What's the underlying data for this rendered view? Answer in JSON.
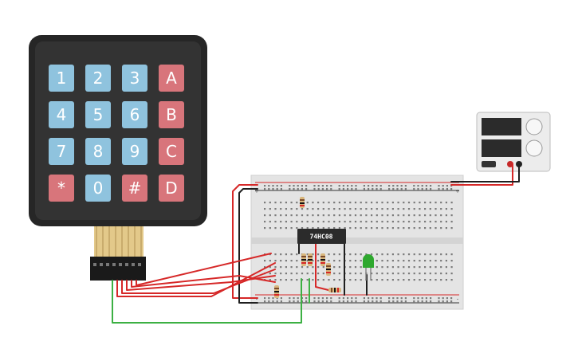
{
  "keypad": {
    "rows": [
      [
        {
          "label": "1",
          "kind": "digit"
        },
        {
          "label": "2",
          "kind": "digit"
        },
        {
          "label": "3",
          "kind": "digit"
        },
        {
          "label": "A",
          "kind": "letter"
        }
      ],
      [
        {
          "label": "4",
          "kind": "digit"
        },
        {
          "label": "5",
          "kind": "digit"
        },
        {
          "label": "6",
          "kind": "digit"
        },
        {
          "label": "B",
          "kind": "letter"
        }
      ],
      [
        {
          "label": "7",
          "kind": "digit"
        },
        {
          "label": "8",
          "kind": "digit"
        },
        {
          "label": "9",
          "kind": "digit"
        },
        {
          "label": "C",
          "kind": "letter"
        }
      ],
      [
        {
          "label": "*",
          "kind": "letter"
        },
        {
          "label": "0",
          "kind": "digit"
        },
        {
          "label": "#",
          "kind": "letter"
        },
        {
          "label": "D",
          "kind": "letter"
        }
      ]
    ]
  },
  "chip": {
    "label": "74HC08"
  },
  "breadboard": {
    "plus_sign": "+",
    "minus_sign": "-"
  },
  "colors": {
    "digit_key": "#8fc3de",
    "letter_key": "#d8757b",
    "keypad_body": "#2b2b2b",
    "wire_red": "#d62828",
    "wire_black": "#1f1f1f",
    "wire_green": "#3cb043",
    "led": "#2ea82e"
  }
}
